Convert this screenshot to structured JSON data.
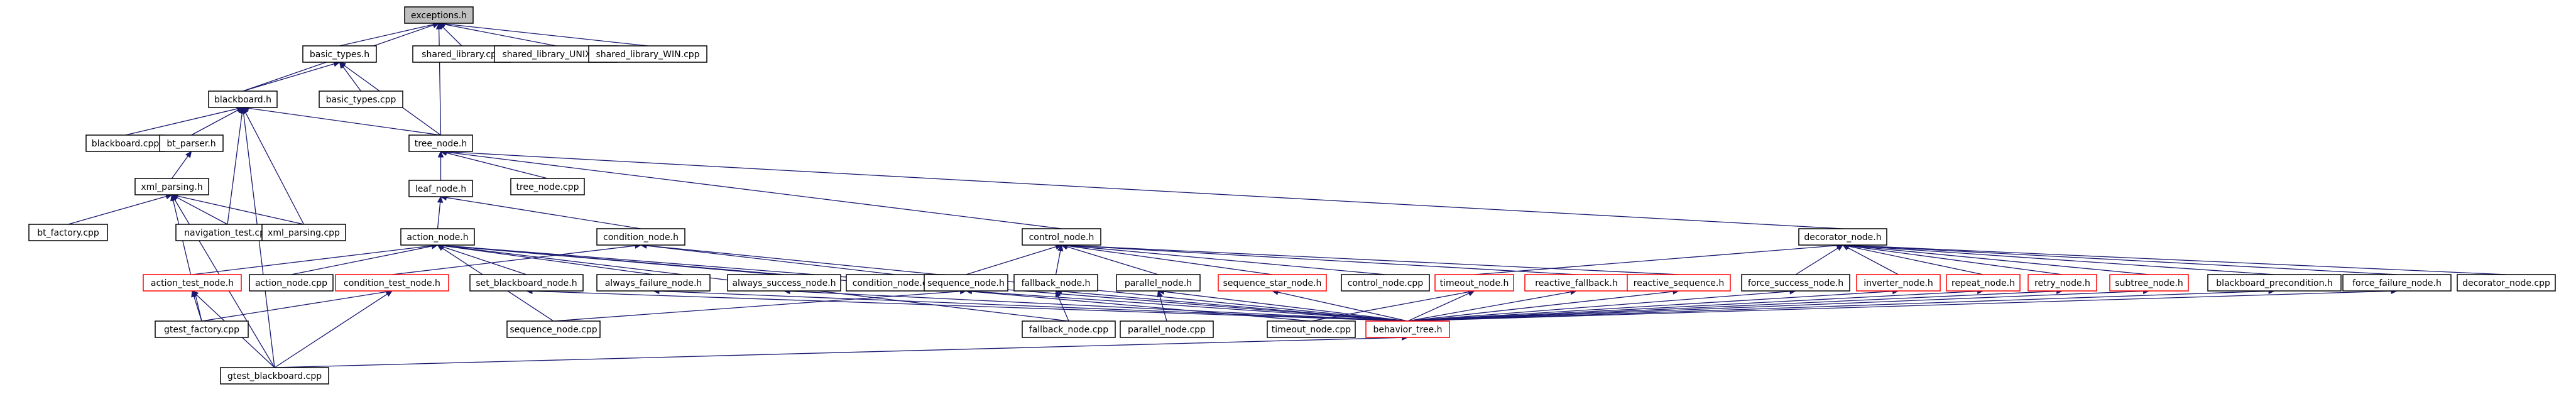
{
  "graph": {
    "type": "include-dependency-graph",
    "colors": {
      "edge": "#191970",
      "root_fill": "#bfbfbf",
      "missing_border": "#ff0000",
      "node_border": "#000000"
    },
    "nodes": [
      {
        "id": "exceptions_h",
        "label": "exceptions.h",
        "root": true
      },
      {
        "id": "basic_types_h",
        "label": "basic_types.h"
      },
      {
        "id": "shared_library_cpp",
        "label": "shared_library.cpp"
      },
      {
        "id": "shared_library_unix_cpp",
        "label": "shared_library_UNIX.cpp"
      },
      {
        "id": "shared_library_win_cpp",
        "label": "shared_library_WIN.cpp"
      },
      {
        "id": "blackboard_h",
        "label": "blackboard.h"
      },
      {
        "id": "basic_types_cpp",
        "label": "basic_types.cpp"
      },
      {
        "id": "blackboard_cpp",
        "label": "blackboard.cpp"
      },
      {
        "id": "bt_parser_h",
        "label": "bt_parser.h"
      },
      {
        "id": "tree_node_h",
        "label": "tree_node.h"
      },
      {
        "id": "xml_parsing_h",
        "label": "xml_parsing.h"
      },
      {
        "id": "tree_node_cpp",
        "label": "tree_node.cpp"
      },
      {
        "id": "leaf_node_h",
        "label": "leaf_node.h"
      },
      {
        "id": "bt_factory_cpp",
        "label": "bt_factory.cpp"
      },
      {
        "id": "navigation_test_cpp",
        "label": "navigation_test.cpp"
      },
      {
        "id": "xml_parsing_cpp",
        "label": "xml_parsing.cpp"
      },
      {
        "id": "action_node_h",
        "label": "action_node.h"
      },
      {
        "id": "condition_node_h",
        "label": "condition_node.h"
      },
      {
        "id": "control_node_h",
        "label": "control_node.h"
      },
      {
        "id": "decorator_node_h",
        "label": "decorator_node.h"
      },
      {
        "id": "action_test_node_h",
        "label": "action_test_node.h",
        "missing": true
      },
      {
        "id": "action_node_cpp",
        "label": "action_node.cpp"
      },
      {
        "id": "condition_test_node_h",
        "label": "condition_test_node.h",
        "missing": true
      },
      {
        "id": "set_blackboard_node_h",
        "label": "set_blackboard_node.h"
      },
      {
        "id": "always_failure_node_h",
        "label": "always_failure_node.h"
      },
      {
        "id": "always_success_node_h",
        "label": "always_success_node.h"
      },
      {
        "id": "condition_node_cpp",
        "label": "condition_node.cpp"
      },
      {
        "id": "sequence_node_h",
        "label": "sequence_node.h"
      },
      {
        "id": "fallback_node_h",
        "label": "fallback_node.h"
      },
      {
        "id": "parallel_node_h",
        "label": "parallel_node.h"
      },
      {
        "id": "sequence_star_node_h",
        "label": "sequence_star_node.h",
        "missing": true
      },
      {
        "id": "control_node_cpp",
        "label": "control_node.cpp"
      },
      {
        "id": "timeout_node_h",
        "label": "timeout_node.h",
        "missing": true
      },
      {
        "id": "reactive_fallback_h",
        "label": "reactive_fallback.h",
        "missing": true
      },
      {
        "id": "reactive_sequence_h",
        "label": "reactive_sequence.h",
        "missing": true
      },
      {
        "id": "force_success_node_h",
        "label": "force_success_node.h"
      },
      {
        "id": "inverter_node_h",
        "label": "inverter_node.h",
        "missing": true
      },
      {
        "id": "repeat_node_h",
        "label": "repeat_node.h",
        "missing": true
      },
      {
        "id": "retry_node_h",
        "label": "retry_node.h",
        "missing": true
      },
      {
        "id": "subtree_node_h",
        "label": "subtree_node.h",
        "missing": true
      },
      {
        "id": "blackboard_precondition_h",
        "label": "blackboard_precondition.h"
      },
      {
        "id": "force_failure_node_h",
        "label": "force_failure_node.h"
      },
      {
        "id": "decorator_node_cpp",
        "label": "decorator_node.cpp"
      },
      {
        "id": "gtest_factory_cpp",
        "label": "gtest_factory.cpp"
      },
      {
        "id": "sequence_node_cpp",
        "label": "sequence_node.cpp"
      },
      {
        "id": "fallback_node_cpp",
        "label": "fallback_node.cpp"
      },
      {
        "id": "parallel_node_cpp",
        "label": "parallel_node.cpp"
      },
      {
        "id": "timeout_node_cpp",
        "label": "timeout_node.cpp"
      },
      {
        "id": "behavior_tree_h",
        "label": "behavior_tree.h",
        "missing": true
      },
      {
        "id": "gtest_blackboard_cpp",
        "label": "gtest_blackboard.cpp"
      }
    ],
    "edges": [
      [
        "basic_types_h",
        "exceptions_h"
      ],
      [
        "shared_library_cpp",
        "exceptions_h"
      ],
      [
        "shared_library_unix_cpp",
        "exceptions_h"
      ],
      [
        "shared_library_win_cpp",
        "exceptions_h"
      ],
      [
        "blackboard_h",
        "exceptions_h"
      ],
      [
        "tree_node_h",
        "exceptions_h"
      ],
      [
        "blackboard_h",
        "basic_types_h"
      ],
      [
        "basic_types_cpp",
        "basic_types_h"
      ],
      [
        "tree_node_h",
        "basic_types_h"
      ],
      [
        "blackboard_cpp",
        "blackboard_h"
      ],
      [
        "bt_parser_h",
        "blackboard_h"
      ],
      [
        "tree_node_h",
        "blackboard_h"
      ],
      [
        "navigation_test_cpp",
        "blackboard_h"
      ],
      [
        "xml_parsing_cpp",
        "blackboard_h"
      ],
      [
        "gtest_blackboard_cpp",
        "blackboard_h"
      ],
      [
        "xml_parsing_h",
        "bt_parser_h"
      ],
      [
        "bt_factory_cpp",
        "xml_parsing_h"
      ],
      [
        "navigation_test_cpp",
        "xml_parsing_h"
      ],
      [
        "xml_parsing_cpp",
        "xml_parsing_h"
      ],
      [
        "gtest_factory_cpp",
        "xml_parsing_h"
      ],
      [
        "gtest_blackboard_cpp",
        "xml_parsing_h"
      ],
      [
        "tree_node_cpp",
        "tree_node_h"
      ],
      [
        "leaf_node_h",
        "tree_node_h"
      ],
      [
        "control_node_h",
        "tree_node_h"
      ],
      [
        "decorator_node_h",
        "tree_node_h"
      ],
      [
        "action_node_h",
        "leaf_node_h"
      ],
      [
        "condition_node_h",
        "leaf_node_h"
      ],
      [
        "action_test_node_h",
        "action_node_h"
      ],
      [
        "action_node_cpp",
        "action_node_h"
      ],
      [
        "set_blackboard_node_h",
        "action_node_h"
      ],
      [
        "always_failure_node_h",
        "action_node_h"
      ],
      [
        "always_success_node_h",
        "action_node_h"
      ],
      [
        "sequence_node_cpp",
        "action_node_h"
      ],
      [
        "fallback_node_cpp",
        "action_node_h"
      ],
      [
        "timeout_node_cpp",
        "action_node_h"
      ],
      [
        "behavior_tree_h",
        "action_node_h"
      ],
      [
        "condition_test_node_h",
        "condition_node_h"
      ],
      [
        "condition_node_cpp",
        "condition_node_h"
      ],
      [
        "behavior_tree_h",
        "condition_node_h"
      ],
      [
        "sequence_node_h",
        "control_node_h"
      ],
      [
        "fallback_node_h",
        "control_node_h"
      ],
      [
        "parallel_node_h",
        "control_node_h"
      ],
      [
        "sequence_star_node_h",
        "control_node_h"
      ],
      [
        "control_node_cpp",
        "control_node_h"
      ],
      [
        "reactive_fallback_h",
        "control_node_h"
      ],
      [
        "reactive_sequence_h",
        "control_node_h"
      ],
      [
        "timeout_node_h",
        "decorator_node_h"
      ],
      [
        "force_success_node_h",
        "decorator_node_h"
      ],
      [
        "inverter_node_h",
        "decorator_node_h"
      ],
      [
        "repeat_node_h",
        "decorator_node_h"
      ],
      [
        "retry_node_h",
        "decorator_node_h"
      ],
      [
        "subtree_node_h",
        "decorator_node_h"
      ],
      [
        "blackboard_precondition_h",
        "decorator_node_h"
      ],
      [
        "force_failure_node_h",
        "decorator_node_h"
      ],
      [
        "decorator_node_cpp",
        "decorator_node_h"
      ],
      [
        "gtest_factory_cpp",
        "action_test_node_h"
      ],
      [
        "gtest_blackboard_cpp",
        "action_test_node_h"
      ],
      [
        "gtest_factory_cpp",
        "condition_test_node_h"
      ],
      [
        "gtest_blackboard_cpp",
        "condition_test_node_h"
      ],
      [
        "behavior_tree_h",
        "set_blackboard_node_h"
      ],
      [
        "behavior_tree_h",
        "always_failure_node_h"
      ],
      [
        "behavior_tree_h",
        "always_success_node_h"
      ],
      [
        "sequence_node_cpp",
        "sequence_node_h"
      ],
      [
        "behavior_tree_h",
        "sequence_node_h"
      ],
      [
        "fallback_node_cpp",
        "fallback_node_h"
      ],
      [
        "behavior_tree_h",
        "fallback_node_h"
      ],
      [
        "parallel_node_cpp",
        "parallel_node_h"
      ],
      [
        "behavior_tree_h",
        "parallel_node_h"
      ],
      [
        "behavior_tree_h",
        "sequence_star_node_h"
      ],
      [
        "timeout_node_cpp",
        "timeout_node_h"
      ],
      [
        "behavior_tree_h",
        "timeout_node_h"
      ],
      [
        "behavior_tree_h",
        "reactive_fallback_h"
      ],
      [
        "behavior_tree_h",
        "reactive_sequence_h"
      ],
      [
        "behavior_tree_h",
        "force_success_node_h"
      ],
      [
        "behavior_tree_h",
        "inverter_node_h"
      ],
      [
        "behavior_tree_h",
        "repeat_node_h"
      ],
      [
        "behavior_tree_h",
        "retry_node_h"
      ],
      [
        "behavior_tree_h",
        "subtree_node_h"
      ],
      [
        "behavior_tree_h",
        "blackboard_precondition_h"
      ],
      [
        "behavior_tree_h",
        "force_failure_node_h"
      ],
      [
        "gtest_blackboard_cpp",
        "behavior_tree_h"
      ]
    ]
  }
}
